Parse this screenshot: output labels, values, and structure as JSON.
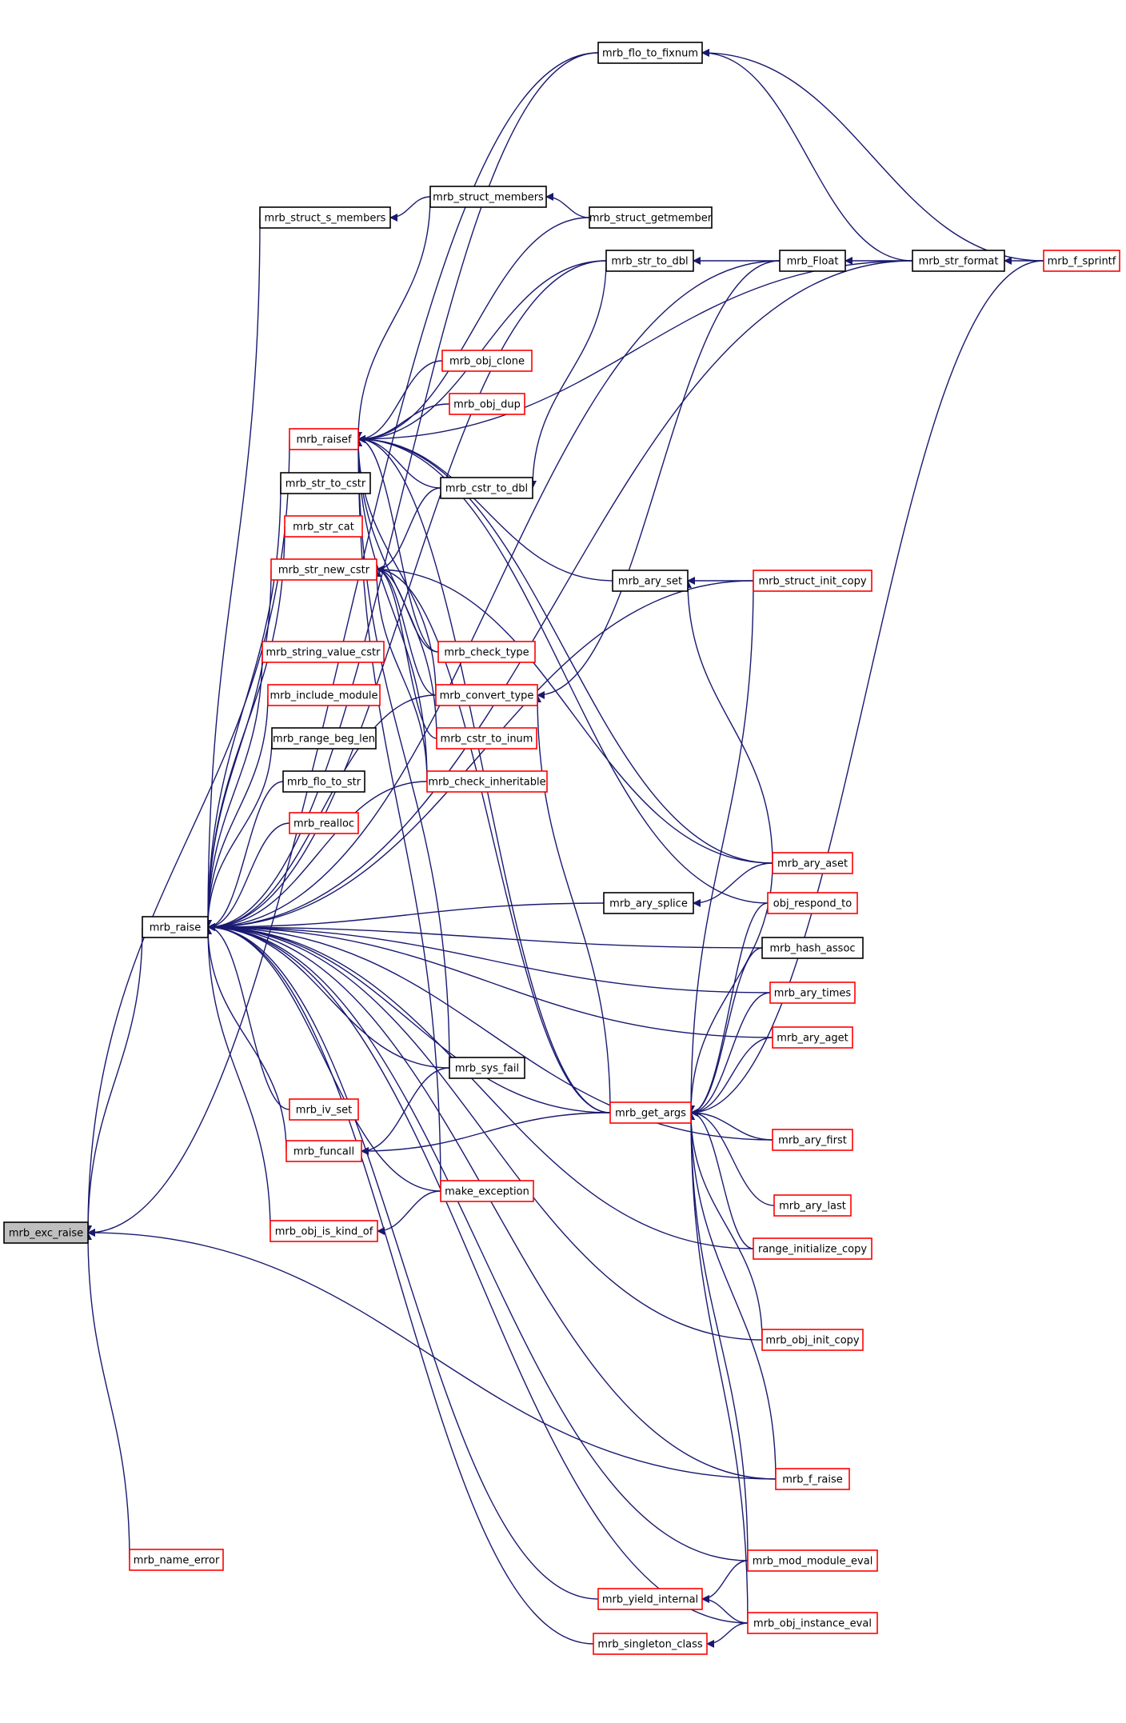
{
  "nodes": [
    {
      "id": "mrb_exc_raise",
      "label": "mrb_exc_raise",
      "style": "focus"
    },
    {
      "id": "mrb_raise",
      "label": "mrb_raise",
      "style": "black"
    },
    {
      "id": "mrb_name_error",
      "label": "mrb_name_error",
      "style": "red"
    },
    {
      "id": "mrb_raisef",
      "label": "mrb_raisef",
      "style": "red"
    },
    {
      "id": "mrb_flo_to_fixnum",
      "label": "mrb_flo_to_fixnum",
      "style": "black"
    },
    {
      "id": "mrb_struct_s_members",
      "label": "mrb_struct_s_members",
      "style": "black"
    },
    {
      "id": "mrb_struct_members",
      "label": "mrb_struct_members",
      "style": "black"
    },
    {
      "id": "mrb_struct_getmember",
      "label": "mrb_struct_getmember",
      "style": "black"
    },
    {
      "id": "mrb_str_to_dbl",
      "label": "mrb_str_to_dbl",
      "style": "black"
    },
    {
      "id": "mrb_Float",
      "label": "mrb_Float",
      "style": "black"
    },
    {
      "id": "mrb_str_format",
      "label": "mrb_str_format",
      "style": "black"
    },
    {
      "id": "mrb_f_sprintf",
      "label": "mrb_f_sprintf",
      "style": "red"
    },
    {
      "id": "mrb_obj_clone",
      "label": "mrb_obj_clone",
      "style": "red"
    },
    {
      "id": "mrb_obj_dup",
      "label": "mrb_obj_dup",
      "style": "red"
    },
    {
      "id": "mrb_str_to_cstr",
      "label": "mrb_str_to_cstr",
      "style": "black"
    },
    {
      "id": "mrb_cstr_to_dbl",
      "label": "mrb_cstr_to_dbl",
      "style": "black"
    },
    {
      "id": "mrb_str_cat",
      "label": "mrb_str_cat",
      "style": "red"
    },
    {
      "id": "mrb_str_new_cstr",
      "label": "mrb_str_new_cstr",
      "style": "red"
    },
    {
      "id": "mrb_ary_set",
      "label": "mrb_ary_set",
      "style": "black"
    },
    {
      "id": "mrb_struct_init_copy",
      "label": "mrb_struct_init_copy",
      "style": "red"
    },
    {
      "id": "mrb_string_value_cstr",
      "label": "mrb_string_value_cstr",
      "style": "red"
    },
    {
      "id": "mrb_check_type",
      "label": "mrb_check_type",
      "style": "red"
    },
    {
      "id": "mrb_include_module",
      "label": "mrb_include_module",
      "style": "red"
    },
    {
      "id": "mrb_convert_type",
      "label": "mrb_convert_type",
      "style": "red"
    },
    {
      "id": "mrb_range_beg_len",
      "label": "mrb_range_beg_len",
      "style": "black"
    },
    {
      "id": "mrb_cstr_to_inum",
      "label": "mrb_cstr_to_inum",
      "style": "red"
    },
    {
      "id": "mrb_flo_to_str",
      "label": "mrb_flo_to_str",
      "style": "black"
    },
    {
      "id": "mrb_check_inheritable",
      "label": "mrb_check_inheritable",
      "style": "red"
    },
    {
      "id": "mrb_realloc",
      "label": "mrb_realloc",
      "style": "red"
    },
    {
      "id": "mrb_ary_aset",
      "label": "mrb_ary_aset",
      "style": "red"
    },
    {
      "id": "mrb_ary_splice",
      "label": "mrb_ary_splice",
      "style": "black"
    },
    {
      "id": "obj_respond_to",
      "label": "obj_respond_to",
      "style": "red"
    },
    {
      "id": "mrb_hash_assoc",
      "label": "mrb_hash_assoc",
      "style": "black"
    },
    {
      "id": "mrb_ary_times",
      "label": "mrb_ary_times",
      "style": "red"
    },
    {
      "id": "mrb_ary_aget",
      "label": "mrb_ary_aget",
      "style": "red"
    },
    {
      "id": "mrb_sys_fail",
      "label": "mrb_sys_fail",
      "style": "black"
    },
    {
      "id": "mrb_get_args",
      "label": "mrb_get_args",
      "style": "red"
    },
    {
      "id": "mrb_iv_set",
      "label": "mrb_iv_set",
      "style": "red"
    },
    {
      "id": "mrb_ary_first",
      "label": "mrb_ary_first",
      "style": "red"
    },
    {
      "id": "mrb_funcall",
      "label": "mrb_funcall",
      "style": "red"
    },
    {
      "id": "make_exception",
      "label": "make_exception",
      "style": "red"
    },
    {
      "id": "mrb_ary_last",
      "label": "mrb_ary_last",
      "style": "red"
    },
    {
      "id": "mrb_obj_is_kind_of",
      "label": "mrb_obj_is_kind_of",
      "style": "red"
    },
    {
      "id": "range_initialize_copy",
      "label": "range_initialize_copy",
      "style": "red"
    },
    {
      "id": "mrb_obj_init_copy",
      "label": "mrb_obj_init_copy",
      "style": "red"
    },
    {
      "id": "mrb_f_raise",
      "label": "mrb_f_raise",
      "style": "red"
    },
    {
      "id": "mrb_mod_module_eval",
      "label": "mrb_mod_module_eval",
      "style": "red"
    },
    {
      "id": "mrb_yield_internal",
      "label": "mrb_yield_internal",
      "style": "red"
    },
    {
      "id": "mrb_obj_instance_eval",
      "label": "mrb_obj_instance_eval",
      "style": "red"
    },
    {
      "id": "mrb_singleton_class",
      "label": "mrb_singleton_class",
      "style": "red"
    }
  ],
  "edges": [
    {
      "from": "mrb_raise",
      "to": "mrb_exc_raise"
    },
    {
      "from": "mrb_name_error",
      "to": "mrb_exc_raise"
    },
    {
      "from": "mrb_raisef",
      "to": "mrb_exc_raise"
    },
    {
      "from": "mrb_flo_to_fixnum",
      "to": "mrb_exc_raise"
    },
    {
      "from": "mrb_f_raise",
      "to": "mrb_exc_raise"
    },
    {
      "from": "mrb_str_format",
      "to": "mrb_f_sprintf",
      "dir": "back"
    },
    {
      "from": "mrb_flo_to_fixnum",
      "to": "mrb_str_format",
      "dir": "back"
    },
    {
      "from": "mrb_flo_to_fixnum",
      "to": "mrb_f_sprintf",
      "dir": "back"
    },
    {
      "from": "mrb_str_to_dbl",
      "to": "mrb_Float",
      "dir": "back"
    },
    {
      "from": "mrb_Float",
      "to": "mrb_str_format",
      "dir": "back"
    },
    {
      "from": "mrb_struct_s_members",
      "to": "mrb_struct_members",
      "dir": "back"
    },
    {
      "from": "mrb_struct_members",
      "to": "mrb_struct_getmember",
      "dir": "back"
    },
    {
      "from": "mrb_raisef",
      "to": "mrb_struct_members",
      "dir": "back"
    },
    {
      "from": "mrb_raisef",
      "to": "mrb_struct_getmember",
      "dir": "back"
    },
    {
      "from": "mrb_raisef",
      "to": "mrb_str_format",
      "dir": "back"
    },
    {
      "from": "mrb_raisef",
      "to": "mrb_obj_clone",
      "dir": "back"
    },
    {
      "from": "mrb_raisef",
      "to": "mrb_obj_dup",
      "dir": "back"
    },
    {
      "from": "mrb_raisef",
      "to": "mrb_str_to_dbl",
      "dir": "back"
    },
    {
      "from": "mrb_raisef",
      "to": "mrb_cstr_to_dbl",
      "dir": "back"
    },
    {
      "from": "mrb_raisef",
      "to": "mrb_ary_set",
      "dir": "back"
    },
    {
      "from": "mrb_raisef",
      "to": "mrb_check_type",
      "dir": "back"
    },
    {
      "from": "mrb_raisef",
      "to": "mrb_convert_type",
      "dir": "back"
    },
    {
      "from": "mrb_raisef",
      "to": "mrb_cstr_to_inum",
      "dir": "back"
    },
    {
      "from": "mrb_raisef",
      "to": "mrb_check_inheritable",
      "dir": "back"
    },
    {
      "from": "mrb_raisef",
      "to": "obj_respond_to",
      "dir": "back"
    },
    {
      "from": "mrb_raisef",
      "to": "mrb_ary_aset",
      "dir": "back"
    },
    {
      "from": "mrb_raisef",
      "to": "mrb_sys_fail",
      "dir": "back"
    },
    {
      "from": "mrb_raisef",
      "to": "make_exception",
      "dir": "back"
    },
    {
      "from": "mrb_raisef",
      "to": "mrb_get_args",
      "dir": "back"
    },
    {
      "from": "mrb_cstr_to_dbl",
      "to": "mrb_str_to_dbl",
      "dir": "back"
    },
    {
      "from": "mrb_ary_set",
      "to": "mrb_struct_init_copy",
      "dir": "back"
    },
    {
      "from": "mrb_ary_set",
      "to": "mrb_ary_aset",
      "dir": "back"
    },
    {
      "from": "mrb_str_new_cstr",
      "to": "mrb_cstr_to_dbl",
      "dir": "back"
    },
    {
      "from": "mrb_str_new_cstr",
      "to": "mrb_check_type",
      "dir": "back"
    },
    {
      "from": "mrb_str_new_cstr",
      "to": "mrb_convert_type",
      "dir": "back"
    },
    {
      "from": "mrb_str_new_cstr",
      "to": "mrb_cstr_to_inum",
      "dir": "back"
    },
    {
      "from": "mrb_str_new_cstr",
      "to": "mrb_check_inheritable",
      "dir": "back"
    },
    {
      "from": "mrb_str_new_cstr",
      "to": "mrb_ary_aset",
      "dir": "back"
    },
    {
      "from": "mrb_str_new_cstr",
      "to": "mrb_get_args",
      "dir": "back"
    },
    {
      "from": "mrb_convert_type",
      "to": "mrb_Float",
      "dir": "back"
    },
    {
      "from": "mrb_convert_type",
      "to": "mrb_get_args",
      "dir": "back"
    },
    {
      "from": "mrb_ary_splice",
      "to": "mrb_ary_aset",
      "dir": "back"
    },
    {
      "from": "mrb_sys_fail",
      "to": "mrb_funcall"
    },
    {
      "from": "mrb_get_args",
      "to": "mrb_funcall"
    },
    {
      "from": "make_exception",
      "to": "mrb_obj_is_kind_of"
    },
    {
      "from": "mrb_get_args",
      "to": "mrb_f_sprintf",
      "dir": "back"
    },
    {
      "from": "mrb_get_args",
      "to": "mrb_struct_init_copy",
      "dir": "back"
    },
    {
      "from": "mrb_get_args",
      "to": "mrb_ary_aset",
      "dir": "back"
    },
    {
      "from": "mrb_get_args",
      "to": "obj_respond_to",
      "dir": "back"
    },
    {
      "from": "mrb_get_args",
      "to": "mrb_hash_assoc",
      "dir": "back"
    },
    {
      "from": "mrb_get_args",
      "to": "mrb_ary_times",
      "dir": "back"
    },
    {
      "from": "mrb_get_args",
      "to": "mrb_ary_aget",
      "dir": "back"
    },
    {
      "from": "mrb_get_args",
      "to": "mrb_ary_first",
      "dir": "back"
    },
    {
      "from": "mrb_get_args",
      "to": "mrb_ary_last",
      "dir": "back"
    },
    {
      "from": "mrb_get_args",
      "to": "range_initialize_copy",
      "dir": "back"
    },
    {
      "from": "mrb_get_args",
      "to": "mrb_obj_init_copy",
      "dir": "back"
    },
    {
      "from": "mrb_get_args",
      "to": "mrb_f_raise",
      "dir": "back"
    },
    {
      "from": "mrb_get_args",
      "to": "mrb_mod_module_eval",
      "dir": "back"
    },
    {
      "from": "mrb_get_args",
      "to": "mrb_obj_instance_eval",
      "dir": "back"
    },
    {
      "from": "mrb_yield_internal",
      "to": "mrb_mod_module_eval",
      "dir": "back"
    },
    {
      "from": "mrb_yield_internal",
      "to": "mrb_obj_instance_eval",
      "dir": "back"
    },
    {
      "from": "mrb_singleton_class",
      "to": "mrb_obj_instance_eval",
      "dir": "back"
    },
    {
      "from": "mrb_raise",
      "to": "mrb_flo_to_fixnum",
      "dir": "back"
    },
    {
      "from": "mrb_raise",
      "to": "mrb_Float",
      "dir": "back"
    },
    {
      "from": "mrb_raise",
      "to": "mrb_struct_s_members",
      "dir": "back"
    },
    {
      "from": "mrb_raise",
      "to": "mrb_struct_init_copy",
      "dir": "back"
    },
    {
      "from": "mrb_raise",
      "to": "mrb_str_to_dbl",
      "dir": "back"
    },
    {
      "from": "mrb_raise",
      "to": "mrb_str_format",
      "dir": "back"
    },
    {
      "from": "mrb_raise",
      "to": "mrb_str_to_cstr",
      "dir": "back"
    },
    {
      "from": "mrb_raise",
      "to": "mrb_str_cat",
      "dir": "back"
    },
    {
      "from": "mrb_raise",
      "to": "mrb_str_new_cstr",
      "dir": "back"
    },
    {
      "from": "mrb_raise",
      "to": "mrb_string_value_cstr",
      "dir": "back"
    },
    {
      "from": "mrb_raise",
      "to": "mrb_include_module",
      "dir": "back"
    },
    {
      "from": "mrb_raise",
      "to": "mrb_range_beg_len",
      "dir": "back"
    },
    {
      "from": "mrb_raise",
      "to": "mrb_flo_to_str",
      "dir": "back"
    },
    {
      "from": "mrb_raise",
      "to": "mrb_realloc",
      "dir": "back"
    },
    {
      "from": "mrb_raise",
      "to": "mrb_check_inheritable",
      "dir": "back"
    },
    {
      "from": "mrb_raise",
      "to": "mrb_convert_type",
      "dir": "back"
    },
    {
      "from": "mrb_raise",
      "to": "mrb_ary_splice",
      "dir": "back"
    },
    {
      "from": "mrb_raise",
      "to": "mrb_hash_assoc",
      "dir": "back"
    },
    {
      "from": "mrb_raise",
      "to": "mrb_ary_times",
      "dir": "back"
    },
    {
      "from": "mrb_raise",
      "to": "mrb_ary_aget",
      "dir": "back"
    },
    {
      "from": "mrb_raise",
      "to": "mrb_sys_fail",
      "dir": "back"
    },
    {
      "from": "mrb_raise",
      "to": "mrb_iv_set",
      "dir": "back"
    },
    {
      "from": "mrb_raise",
      "to": "mrb_funcall",
      "dir": "back"
    },
    {
      "from": "mrb_raise",
      "to": "make_exception",
      "dir": "back"
    },
    {
      "from": "mrb_raise",
      "to": "mrb_obj_is_kind_of",
      "dir": "back"
    },
    {
      "from": "mrb_raise",
      "to": "mrb_get_args",
      "dir": "back"
    },
    {
      "from": "mrb_raise",
      "to": "mrb_ary_first",
      "dir": "back"
    },
    {
      "from": "mrb_raise",
      "to": "range_initialize_copy",
      "dir": "back"
    },
    {
      "from": "mrb_raise",
      "to": "mrb_obj_init_copy",
      "dir": "back"
    },
    {
      "from": "mrb_raise",
      "to": "mrb_f_raise",
      "dir": "back"
    },
    {
      "from": "mrb_raise",
      "to": "mrb_mod_module_eval",
      "dir": "back"
    },
    {
      "from": "mrb_raise",
      "to": "mrb_yield_internal",
      "dir": "back"
    },
    {
      "from": "mrb_raise",
      "to": "mrb_singleton_class",
      "dir": "back"
    },
    {
      "from": "mrb_raise",
      "to": "mrb_obj_instance_eval",
      "dir": "back"
    }
  ]
}
